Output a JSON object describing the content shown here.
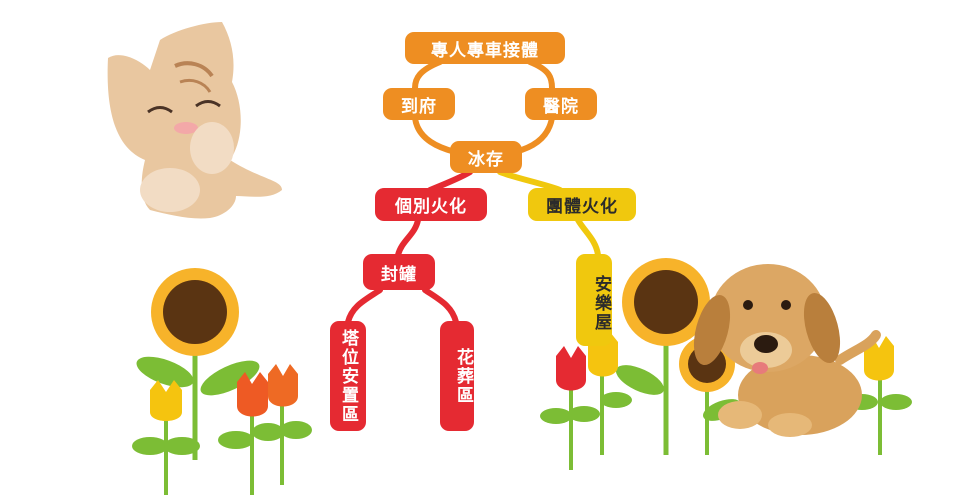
{
  "diagram": {
    "root": "專人專車接體",
    "level1": [
      "到府",
      "醫院"
    ],
    "merge": "冰存",
    "branches": [
      {
        "label": "個別火化",
        "child": "封罐",
        "leaves": [
          "塔位安置區",
          "花葬區"
        ]
      },
      {
        "label": "團體火化",
        "leaves": [
          "安樂屋"
        ]
      }
    ]
  },
  "colors": {
    "orange": "#ee8e22",
    "red": "#e52a32",
    "yellow": "#f0c80e"
  },
  "decorations": [
    "kitten-illustration",
    "puppy-illustration",
    "sunflower-icon",
    "tulip-icon"
  ]
}
